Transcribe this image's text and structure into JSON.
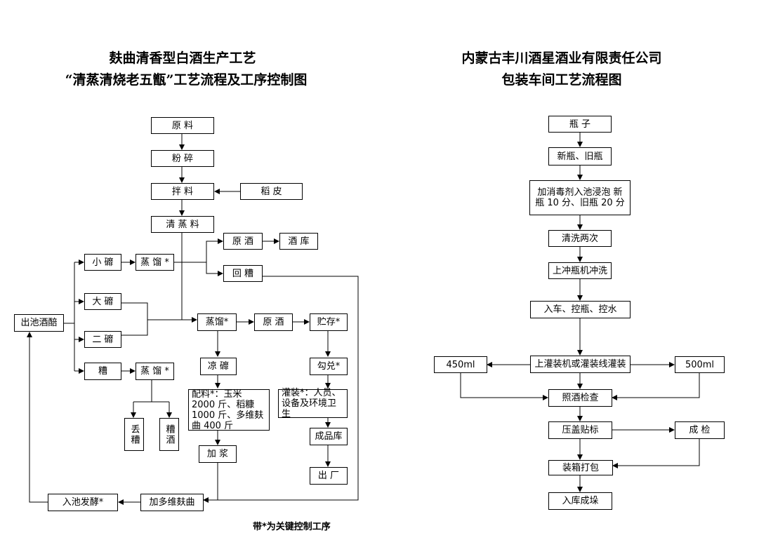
{
  "left": {
    "title1": "麸曲清香型白酒生产工艺",
    "title2": "“清蒸清烧老五甑”工艺流程及工序控制图",
    "nodes": {
      "yuanliao": "原  料",
      "fensui": "粉  碎",
      "banliao": "拌  料",
      "daopi": "稻  皮",
      "qingzhengliao": "清 蒸 料",
      "yuanjiu1": "原  酒",
      "jiuku": "酒  库",
      "huizao": "回  糟",
      "xiaozha": "小 䃺",
      "zhengliu1": "蒸 馏 *",
      "dazha": "大 䃺",
      "erzha": "二 䃺",
      "chuchi": "出池酒醅",
      "zao": "糟",
      "zhengliu2": "蒸 馏 *",
      "diuzao": "丢糟",
      "zaojiu": "糟酒",
      "zhengliu3": "蒸馏*",
      "yuanjiu2": "原  酒",
      "zhucun": "贮存*",
      "liangzha": "凉 䃺",
      "goudui": "勾兑*",
      "peiliao": "配料*：玉米 2000 斤、稻糠 1000 斤、多维麸曲 400 斤",
      "guanzhuang": "灌装*：人员、设备及环境卫生",
      "chengpinku": "成品库",
      "chuchang": "出  厂",
      "jiajiang": "加  浆",
      "jiaduowei": "加多维麸曲",
      "ruchi": "入池发酵*"
    },
    "note": "带*为关键控制工序"
  },
  "right": {
    "title1": "内蒙古丰川酒星酒业有限责任公司",
    "title2": "包装车间工艺流程图",
    "nodes": {
      "pingzi": "瓶  子",
      "xinjiu": "新瓶、旧瓶",
      "jiaxiaodu": "加消毒剂入池浸泡 新瓶 10 分、旧瓶 20 分",
      "qingxi": "清洗两次",
      "chongping": "上冲瓶机冲洗",
      "ruche": "入车、控瓶、控水",
      "guanzhuang": "上灌装机或灌装线灌装",
      "ml450": "450ml",
      "ml500": "500ml",
      "zhaojiu": "照酒检查",
      "yagai": "压盖贴标",
      "chengjian": "成  检",
      "zhuangxiang": "装箱打包",
      "ruku": "入库成垛"
    }
  }
}
